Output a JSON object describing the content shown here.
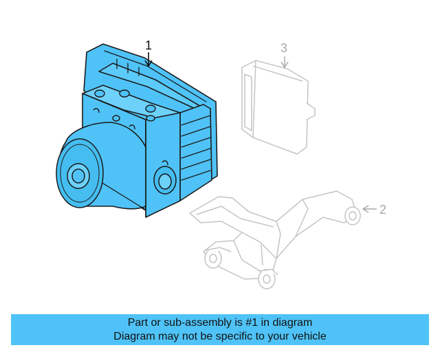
{
  "diagram": {
    "callouts": [
      {
        "number": "1",
        "highlighted": true
      },
      {
        "number": "2",
        "highlighted": false
      },
      {
        "number": "3",
        "highlighted": false
      }
    ]
  },
  "banner": {
    "line1": "Part or sub-assembly is #1 in diagram",
    "line2": "Diagram may not be specific to your vehicle"
  },
  "colors": {
    "highlight": "#4fc3f7",
    "banner": "#4fc3f7",
    "outline": "#1a1a1a",
    "faded_outline": "#c4c4c4",
    "faded_text": "#a8a8a8"
  }
}
